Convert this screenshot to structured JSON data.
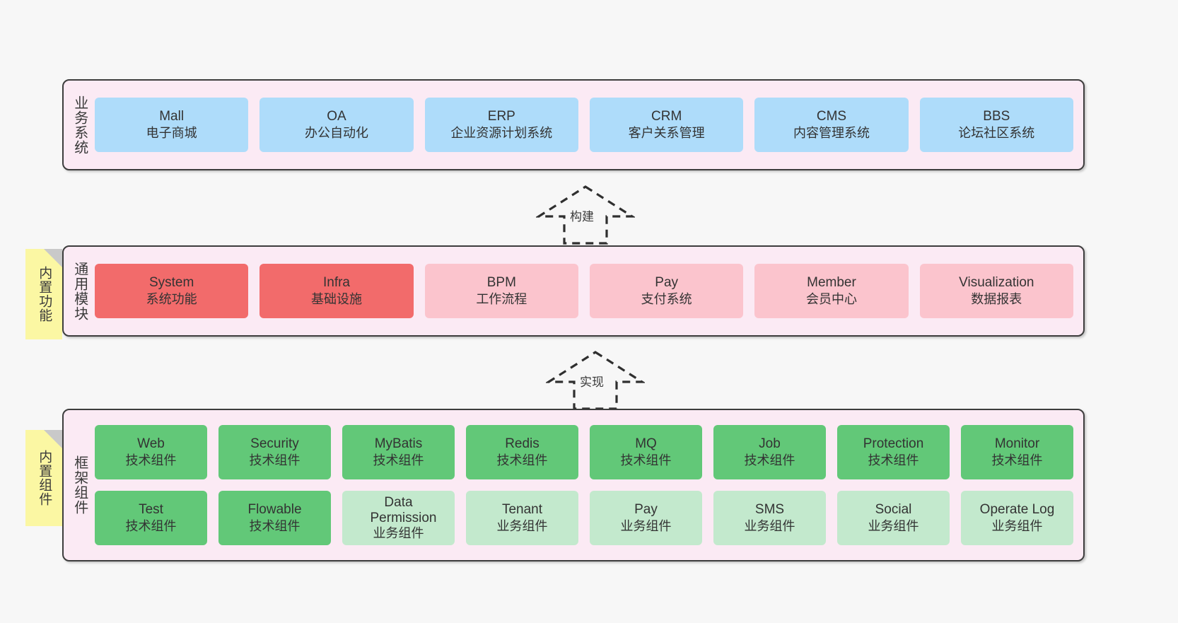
{
  "layers": [
    {
      "id": "business",
      "title": "业务系统",
      "rows": [
        {
          "nodes": [
            {
              "name": "Mall",
              "sub": "电子商城",
              "color": "blue"
            },
            {
              "name": "OA",
              "sub": "办公自动化",
              "color": "blue"
            },
            {
              "name": "ERP",
              "sub": "企业资源计划系统",
              "color": "blue"
            },
            {
              "name": "CRM",
              "sub": "客户关系管理",
              "color": "blue"
            },
            {
              "name": "CMS",
              "sub": "内容管理系统",
              "color": "blue"
            },
            {
              "name": "BBS",
              "sub": "论坛社区系统",
              "color": "blue"
            }
          ]
        }
      ]
    },
    {
      "id": "common",
      "title": "通用模块",
      "sticky": "内置功能",
      "rows": [
        {
          "nodes": [
            {
              "name": "System",
              "sub": "系统功能",
              "color": "red"
            },
            {
              "name": "Infra",
              "sub": "基础设施",
              "color": "red"
            },
            {
              "name": "BPM",
              "sub": "工作流程",
              "color": "pink"
            },
            {
              "name": "Pay",
              "sub": "支付系统",
              "color": "pink"
            },
            {
              "name": "Member",
              "sub": "会员中心",
              "color": "pink"
            },
            {
              "name": "Visualization",
              "sub": "数据报表",
              "color": "pink"
            }
          ]
        }
      ]
    },
    {
      "id": "framework",
      "title": "框架组件",
      "sticky": "内置组件",
      "rows": [
        {
          "nodes": [
            {
              "name": "Web",
              "sub": "技术组件",
              "color": "green"
            },
            {
              "name": "Security",
              "sub": "技术组件",
              "color": "green"
            },
            {
              "name": "MyBatis",
              "sub": "技术组件",
              "color": "green"
            },
            {
              "name": "Redis",
              "sub": "技术组件",
              "color": "green"
            },
            {
              "name": "MQ",
              "sub": "技术组件",
              "color": "green"
            },
            {
              "name": "Job",
              "sub": "技术组件",
              "color": "green"
            },
            {
              "name": "Protection",
              "sub": "技术组件",
              "color": "green"
            },
            {
              "name": "Monitor",
              "sub": "技术组件",
              "color": "green"
            }
          ]
        },
        {
          "nodes": [
            {
              "name": "Test",
              "sub": "技术组件",
              "color": "green"
            },
            {
              "name": "Flowable",
              "sub": "技术组件",
              "color": "green"
            },
            {
              "name": "Data Permission",
              "sub": "业务组件",
              "color": "mint"
            },
            {
              "name": "Tenant",
              "sub": "业务组件",
              "color": "mint"
            },
            {
              "name": "Pay",
              "sub": "业务组件",
              "color": "mint"
            },
            {
              "name": "SMS",
              "sub": "业务组件",
              "color": "mint"
            },
            {
              "name": "Social",
              "sub": "业务组件",
              "color": "mint"
            },
            {
              "name": "Operate Log",
              "sub": "业务组件",
              "color": "mint"
            }
          ]
        }
      ]
    }
  ],
  "connectors": [
    {
      "id": "build",
      "label": "构建"
    },
    {
      "id": "implement",
      "label": "实现"
    }
  ],
  "colors": {
    "panel_bg": "#fbeaf4",
    "panel_border": "#3d3d3d",
    "blue": "#aedcfa",
    "red": "#f26b6b",
    "pink": "#fbc4cd",
    "green": "#62c878",
    "mint": "#c3e9cd",
    "sticky": "#fbf7a3",
    "canvas_bg": "#f7f7f7"
  }
}
